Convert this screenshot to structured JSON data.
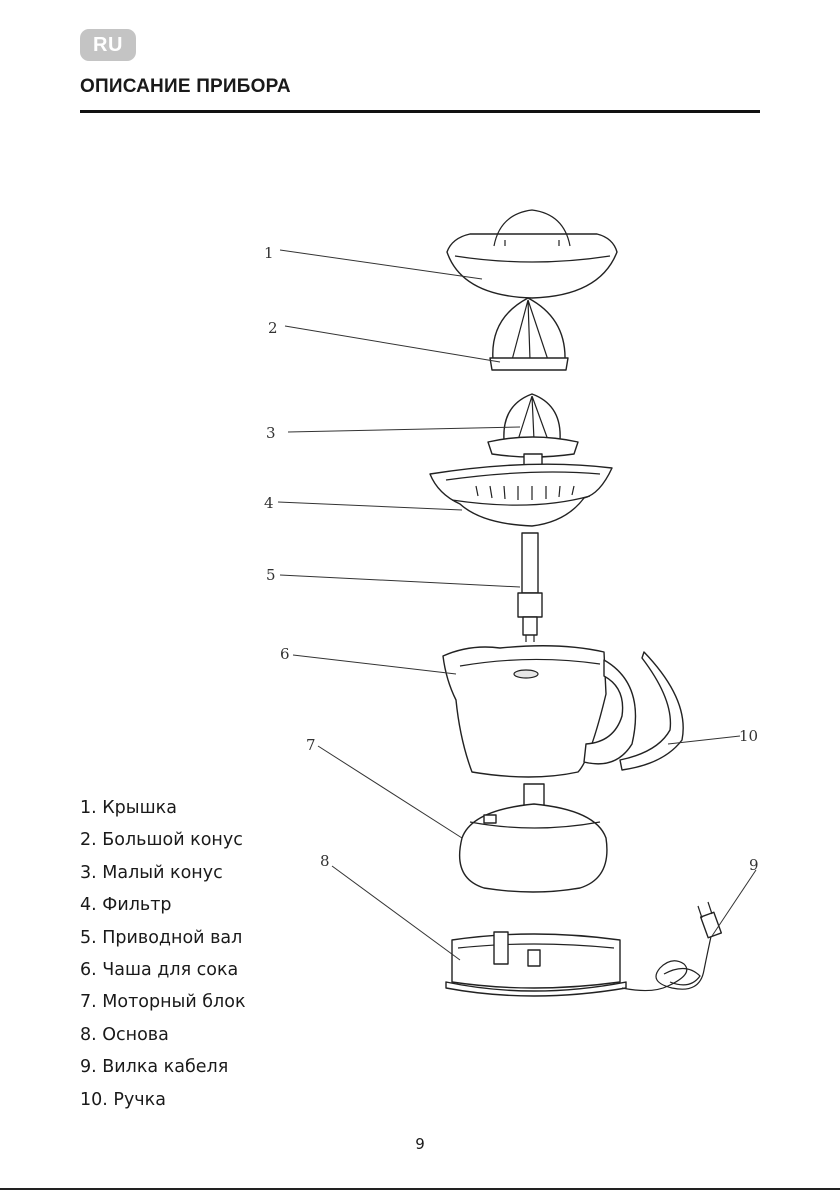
{
  "header": {
    "lang_badge": "RU",
    "title": "ОПИСАНИЕ ПРИБОРА"
  },
  "diagram": {
    "callouts": [
      "1",
      "2",
      "3",
      "4",
      "5",
      "6",
      "7",
      "8",
      "9",
      "10"
    ]
  },
  "legend": [
    "1. Крышка",
    "2. Большой конус",
    "3. Малый конус",
    "4. Фильтр",
    "5. Приводной вал",
    "6. Чаша для сока",
    "7. Моторный блок",
    "8. Основа",
    "9. Вилка кабеля",
    "10. Ручка"
  ],
  "footer": {
    "page_number": "9"
  }
}
